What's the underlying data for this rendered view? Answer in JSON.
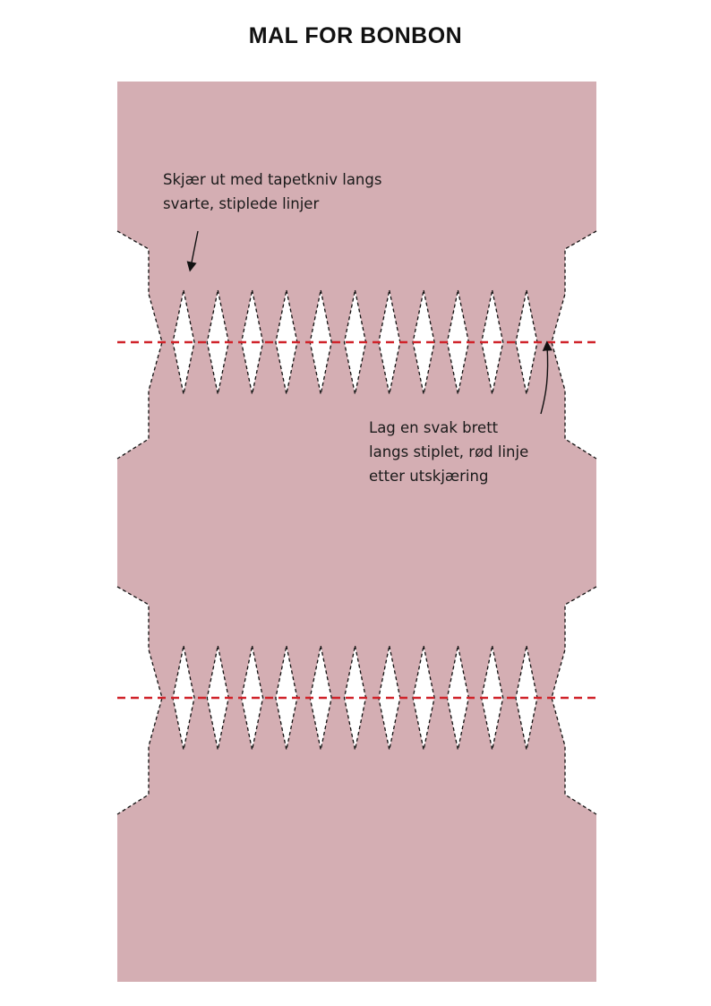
{
  "page": {
    "title": "MAL FOR BONBON"
  },
  "colors": {
    "paper": "#d4aeb3",
    "cutout": "#ffffff",
    "cut_line": "#111111",
    "fold_line": "#d0232a",
    "text": "#1a1a1a"
  },
  "annotations": {
    "cut_note": {
      "line1": "Skjær ut med tapetkniv langs",
      "line2": "svarte, stiplede linjer"
    },
    "fold_note": {
      "line1": "Lag en svak brett",
      "line2": "langs stiplet, rød linje",
      "line3": "etter utskjæring"
    }
  },
  "template": {
    "cut_diamonds_per_row": 11,
    "fold_rows": 2
  }
}
